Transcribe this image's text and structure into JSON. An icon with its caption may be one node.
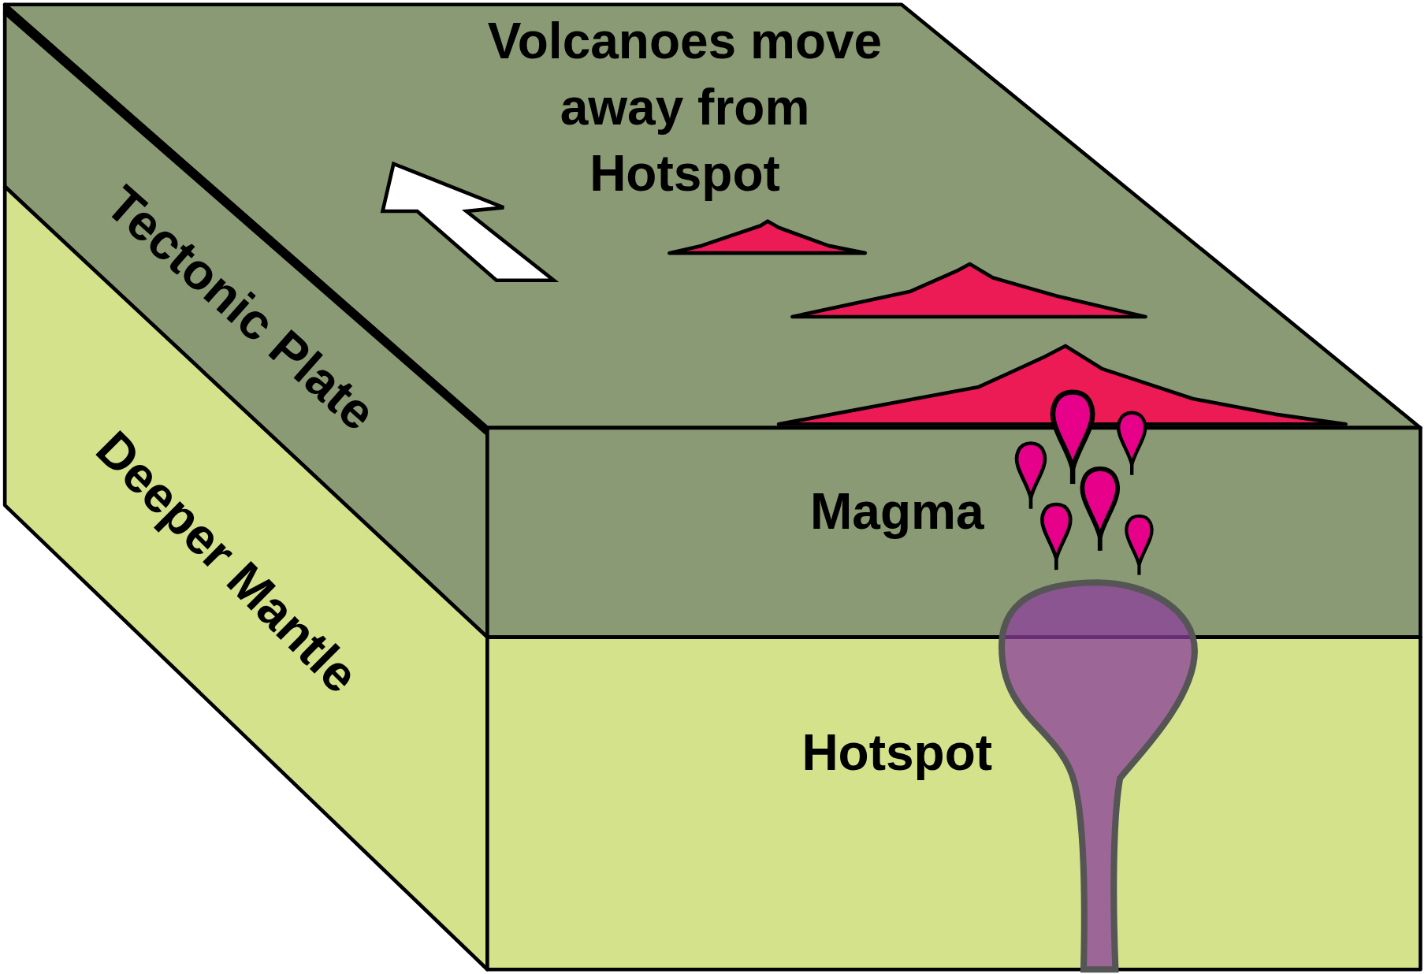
{
  "diagram": {
    "labels": [
      "Volcanoes move away from Hotspot",
      "Tectonic Plate",
      "Deeper Mantle",
      "Magma",
      "Hotspot"
    ]
  }
}
